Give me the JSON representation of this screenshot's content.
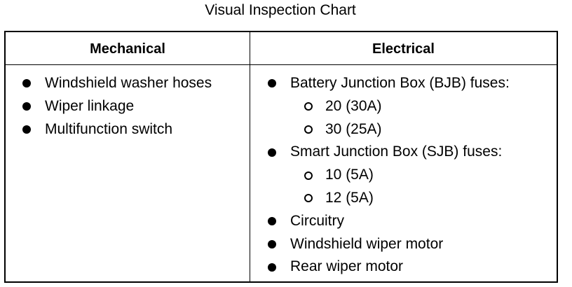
{
  "title": "Visual Inspection Chart",
  "columns": {
    "mechanical": {
      "header": "Mechanical",
      "items": [
        "Windshield washer hoses",
        "Wiper linkage",
        "Multifunction switch"
      ]
    },
    "electrical": {
      "header": "Electrical",
      "items": [
        "Battery Junction Box (BJB) fuses:",
        "20 (30A)",
        "30 (25A)",
        "Smart Junction Box (SJB) fuses:",
        "10 (5A)",
        "12 (5A)",
        "Circuitry",
        "Windshield wiper motor",
        "Rear wiper motor"
      ]
    }
  }
}
